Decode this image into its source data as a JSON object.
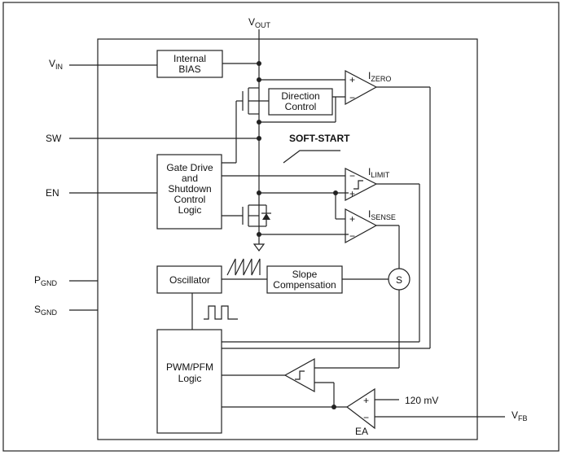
{
  "pins": {
    "vout": {
      "main": "V",
      "sub": "OUT"
    },
    "vin": {
      "main": "V",
      "sub": "IN"
    },
    "sw": "SW",
    "en": "EN",
    "pgnd": {
      "main": "P",
      "sub": "GND"
    },
    "sgnd": {
      "main": "S",
      "sub": "GND"
    },
    "vfb": {
      "main": "V",
      "sub": "FB"
    }
  },
  "blocks": {
    "internal_bias": [
      "Internal",
      "BIAS"
    ],
    "direction_control": [
      "Direction",
      "Control"
    ],
    "gate_drive": [
      "Gate Drive",
      "and",
      "Shutdown",
      "Control",
      "Logic"
    ],
    "oscillator": "Oscillator",
    "slope_compensation": [
      "Slope",
      "Compensation"
    ],
    "pwm_pfm": [
      "PWM/PFM",
      "Logic"
    ]
  },
  "labels": {
    "soft_start": "SOFT-START",
    "izero": {
      "main": "I",
      "sub": "ZERO"
    },
    "ilimit": {
      "main": "I",
      "sub": "LIMIT"
    },
    "isense": {
      "main": "I",
      "sub": "SENSE"
    },
    "summer": "S",
    "ref": "120 mV",
    "ea": "EA",
    "plus": "+",
    "minus": "−"
  }
}
